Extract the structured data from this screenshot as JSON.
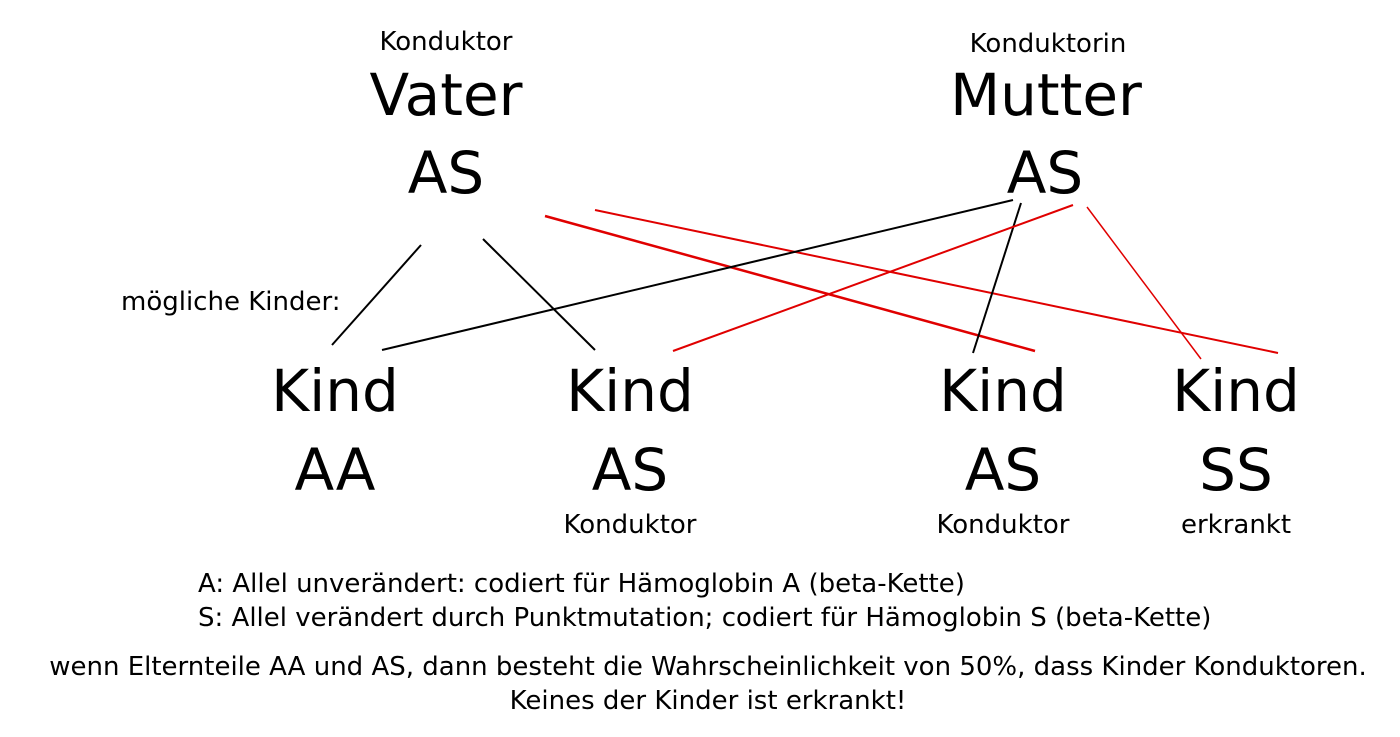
{
  "parents": {
    "father": {
      "status": "Konduktor",
      "name": "Vater",
      "genotype": "AS"
    },
    "mother": {
      "status": "Konduktorin",
      "name": "Mutter",
      "genotype": "AS"
    }
  },
  "children_label": "mögliche Kinder:",
  "children": [
    {
      "name": "Kind",
      "genotype": "AA",
      "status": ""
    },
    {
      "name": "Kind",
      "genotype": "AS",
      "status": "Konduktor"
    },
    {
      "name": "Kind",
      "genotype": "AS",
      "status": "Konduktor"
    },
    {
      "name": "Kind",
      "genotype": "SS",
      "status": "erkrankt"
    }
  ],
  "legend": {
    "allele_a": "A: Allel unverändert: codiert für Hämoglobin A (beta-Kette)",
    "allele_s": "S: Allel verändert durch Punktmutation; codiert für Hämoglobin S (beta-Kette)"
  },
  "note": {
    "line1": "wenn Elternteile AA und AS, dann besteht die Wahrscheinlichkeit von 50%, dass Kinder Konduktoren.",
    "line2": "Keines der Kinder ist erkrankt!"
  },
  "colors": {
    "allele_a_line": "#000000",
    "allele_s_line": "#e00000"
  }
}
